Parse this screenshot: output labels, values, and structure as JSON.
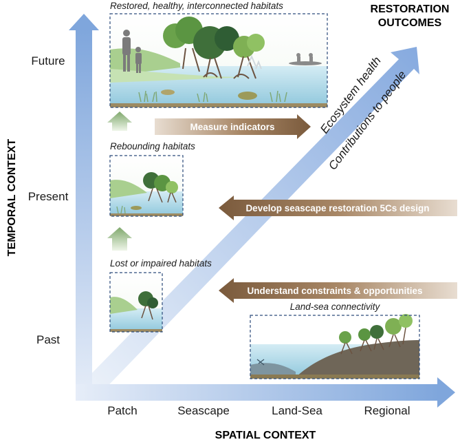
{
  "outcomes_title": {
    "line1": "RESTORATION",
    "line2": "OUTCOMES"
  },
  "axes": {
    "y_title": "TEMPORAL CONTEXT",
    "x_title": "SPATIAL CONTEXT",
    "y_ticks": [
      "Future",
      "Present",
      "Past"
    ],
    "x_ticks": [
      "Patch",
      "Seascape",
      "Land-Sea",
      "Regional"
    ]
  },
  "diagonal_labels": [
    "Ecosystem health",
    "Contributions to people"
  ],
  "panels": {
    "future": "Restored, healthy, interconnected habitats",
    "present": "Rebounding habitats",
    "past": "Lost or impaired habitats",
    "landsea": "Land-sea connectivity"
  },
  "actions": {
    "measure": "Measure indicators",
    "design": "Develop seascape restoration 5Cs design",
    "understand": "Understand constraints & opportunities"
  },
  "colors": {
    "axis_blue": "#8fb0e0",
    "brown": "#8a6a48",
    "green_arrow": "#8db07a",
    "panel_border": "#2b4a7a"
  }
}
